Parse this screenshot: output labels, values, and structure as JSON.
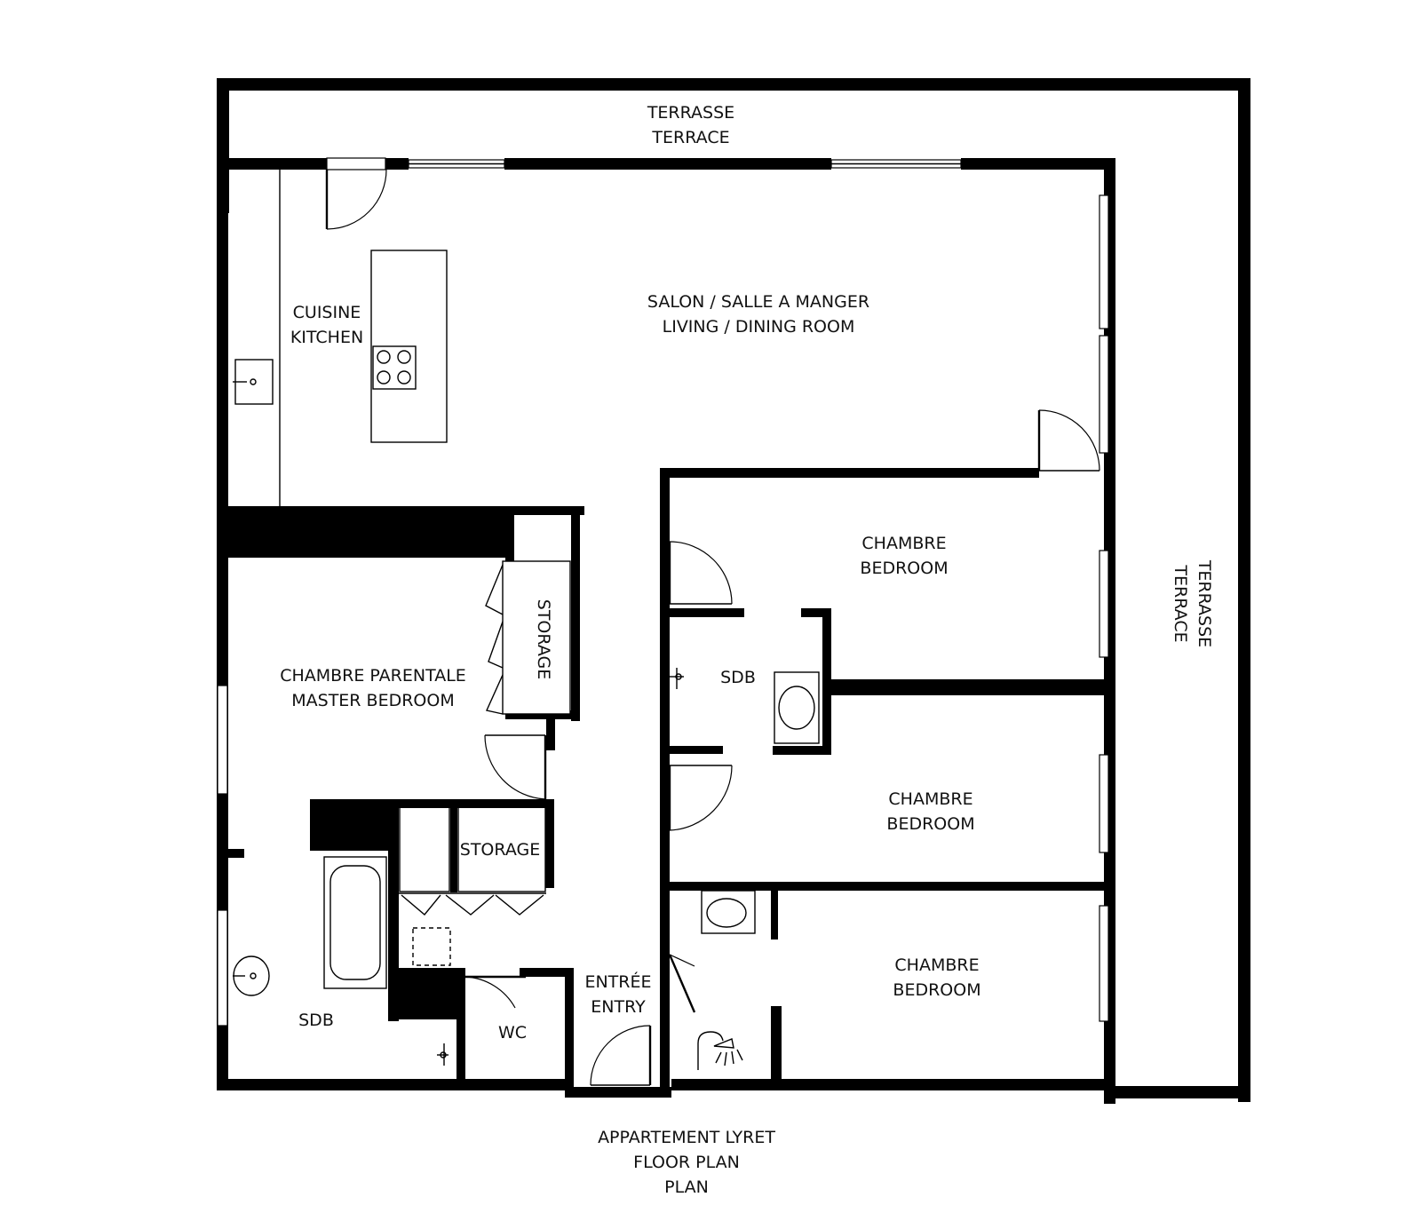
{
  "plan": {
    "title_lines": [
      "APPARTEMENT LYRET",
      "FLOOR PLAN",
      "PLAN"
    ],
    "rooms": {
      "terrace_top": [
        "TERRASSE",
        "TERRACE"
      ],
      "terrace_right": [
        "TERRASSE",
        "TERRACE"
      ],
      "kitchen": [
        "CUISINE",
        "KITCHEN"
      ],
      "living": [
        "SALON / SALLE A MANGER",
        "LIVING / DINING ROOM"
      ],
      "bedroom_1": [
        "CHAMBRE",
        "BEDROOM"
      ],
      "bedroom_2": [
        "CHAMBRE",
        "BEDROOM"
      ],
      "bedroom_3": [
        "CHAMBRE",
        "BEDROOM"
      ],
      "sdb_mid": "SDB",
      "master": [
        "CHAMBRE PARENTALE",
        "MASTER BEDROOM"
      ],
      "storage_master": "STORAGE",
      "storage_hall": "STORAGE",
      "sdb_master": "SDB",
      "wc": "WC",
      "entry": [
        "ENTRÉE",
        "ENTRY"
      ]
    },
    "colors": {
      "wall": "#000000",
      "background": "#ffffff",
      "text": "#111111"
    },
    "icons": [
      "sink-icon",
      "cooktop-icon",
      "bathtub-icon",
      "toilet-icon",
      "shower-icon",
      "door-swing-icon",
      "window-icon"
    ]
  }
}
